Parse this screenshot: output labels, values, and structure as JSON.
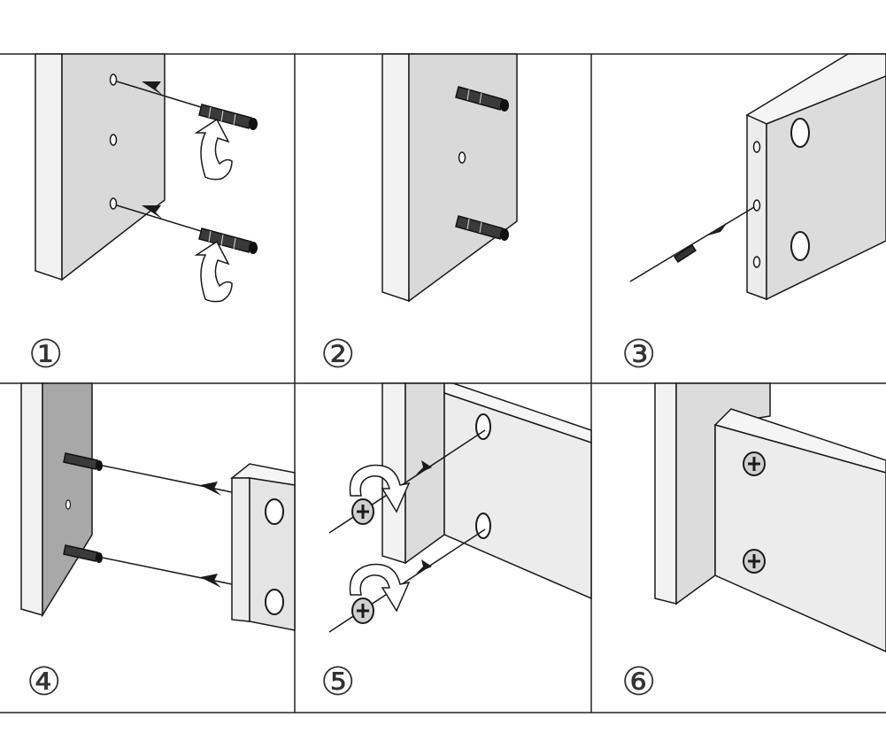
{
  "steps": [
    {
      "label": "①"
    },
    {
      "label": "②"
    },
    {
      "label": "③"
    },
    {
      "label": "④"
    },
    {
      "label": "⑤"
    },
    {
      "label": "⑥"
    }
  ],
  "colors": {
    "panel_face": "#dcdcdc",
    "panel_edge": "#f5f5f5",
    "panel_dark": "#b5b5b5",
    "outline": "#1a1a1a",
    "grid": "#222222"
  },
  "icons": [
    "wall-anchor-icon",
    "rotate-arrow-icon",
    "screw-head-icon",
    "direction-arrow-icon"
  ]
}
